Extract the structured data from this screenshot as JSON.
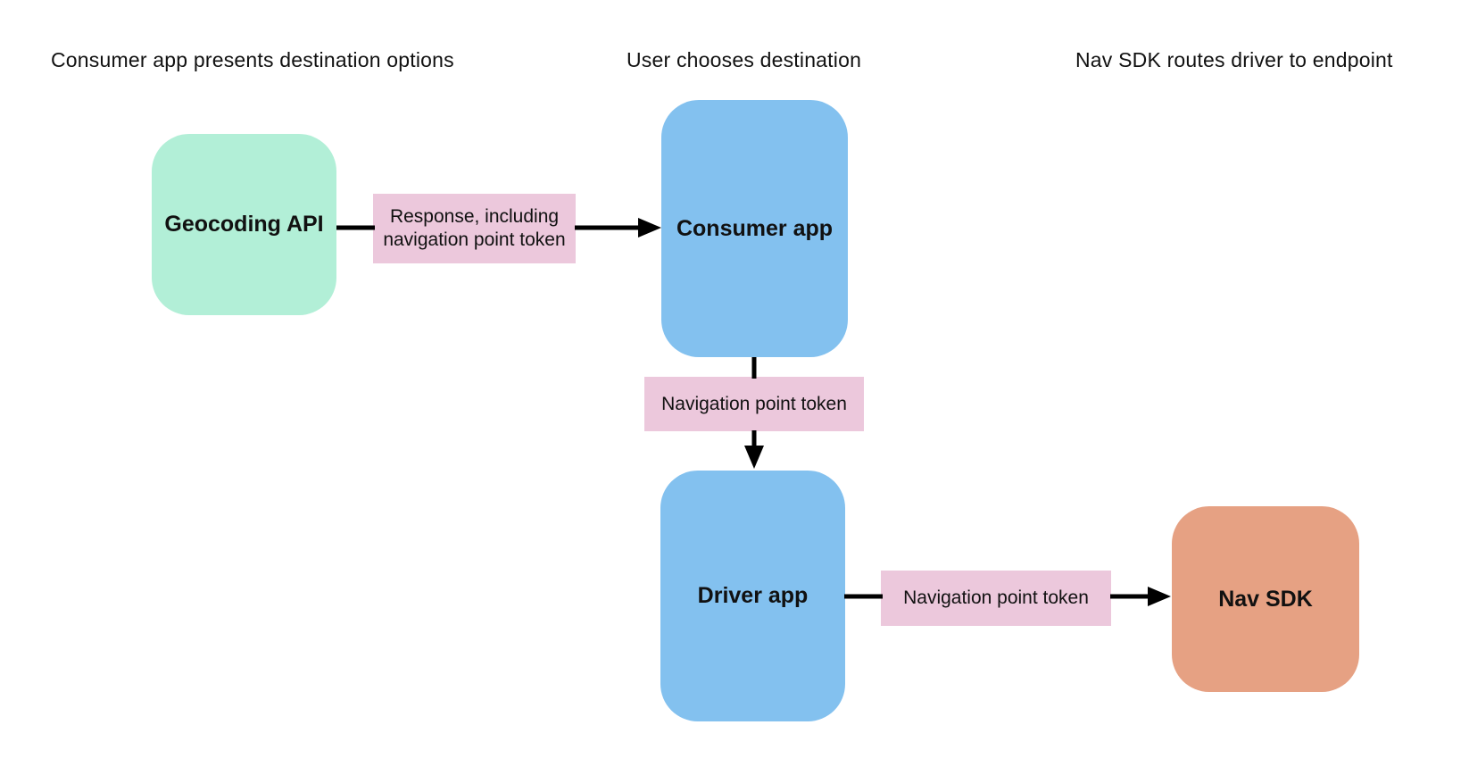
{
  "headers": [
    {
      "text": "Consumer app presents destination options"
    },
    {
      "text": "User chooses destination"
    },
    {
      "text": "Nav SDK routes driver to endpoint"
    }
  ],
  "nodes": {
    "geocoding": {
      "label": "Geocoding API",
      "color": "#b2efd7"
    },
    "consumer": {
      "label": "Consumer app",
      "color": "#83c1ef"
    },
    "driver": {
      "label": "Driver app",
      "color": "#83c1ef"
    },
    "nav_sdk": {
      "label": "Nav SDK",
      "color": "#e6a183"
    }
  },
  "edge_labels": {
    "response": {
      "text": "Response, including navigation point token",
      "color": "#ecc8dc"
    },
    "token_mid": {
      "text": "Navigation point token",
      "color": "#ecc8dc"
    },
    "token_bottom": {
      "text": "Navigation point token",
      "color": "#ecc8dc"
    }
  },
  "colors": {
    "background": "#ffffff",
    "text": "#111111",
    "arrow": "#000000"
  }
}
